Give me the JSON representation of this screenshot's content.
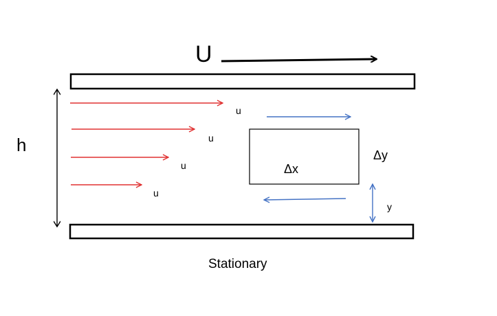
{
  "labels": {
    "plate_velocity": "U",
    "height": "h",
    "velocity_u": "u",
    "delta_x": "Δx",
    "delta_y": "Δy",
    "y": "y",
    "bottom_plate": "Stationary"
  },
  "colors": {
    "plate_stroke": "#000000",
    "velocity_arrow": "#e03030",
    "shear_arrow": "#4472c4",
    "text": "#000000"
  },
  "velocity_profile": {
    "values": [
      1.0,
      0.8,
      0.6,
      0.4
    ]
  }
}
